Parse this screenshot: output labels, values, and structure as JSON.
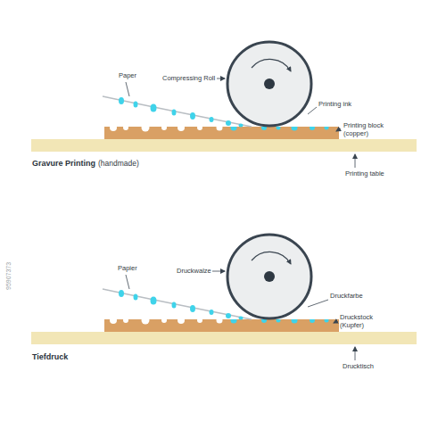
{
  "diagram": {
    "labels": [
      "Paper",
      "Compressing Roll",
      "Printing ink",
      "Printing block (copper)",
      "Gravure Printing",
      "(handmade)",
      "Printing table",
      "Papier",
      "Druckwalze",
      "Druckfarbe",
      "Druckstock (Kupfer)",
      "Tiefdruck",
      "Drucktisch",
      "95907373"
    ]
  }
}
